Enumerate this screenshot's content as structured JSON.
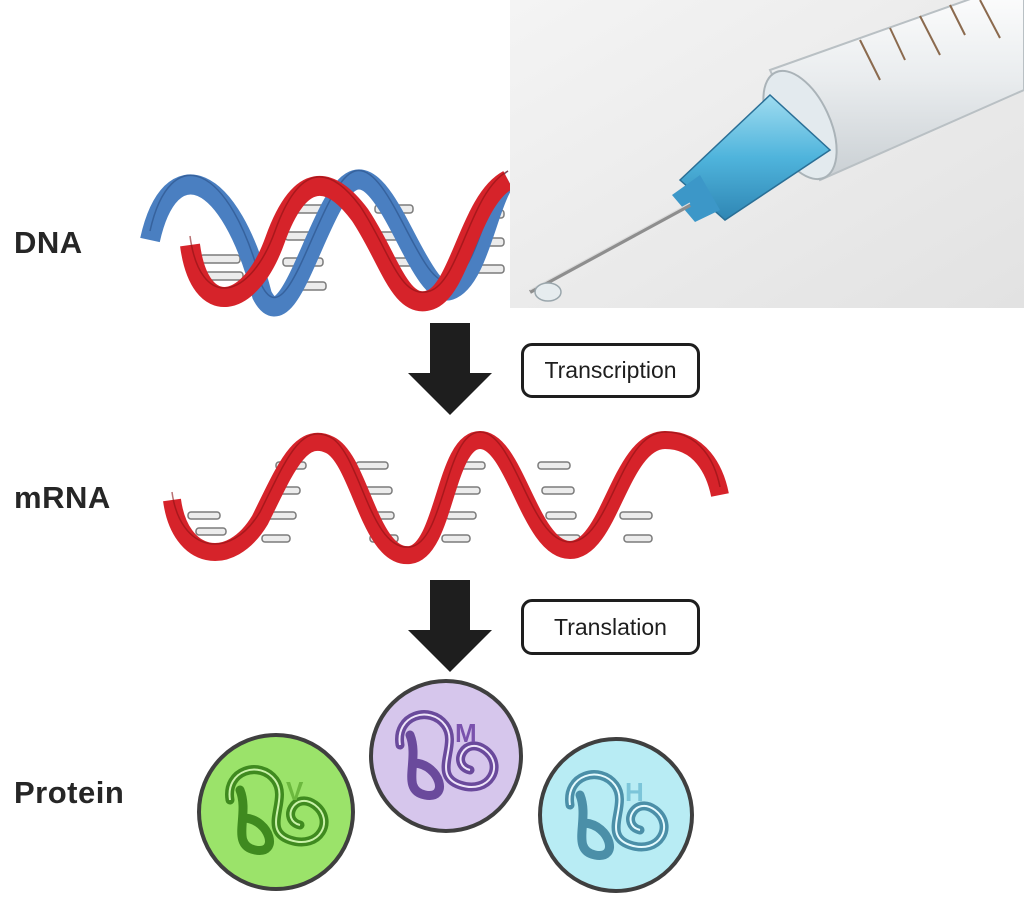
{
  "stages": {
    "dna": "DNA",
    "mrna": "mRNA",
    "protein": "Protein"
  },
  "steps": {
    "transcription": "Transcription",
    "translation": "Translation"
  },
  "proteins": [
    {
      "letter": "V",
      "fill": "#9be36a",
      "stroke": "#3f8a1f",
      "text": "#6cb83e"
    },
    {
      "letter": "M",
      "fill": "#d6c6ec",
      "stroke": "#6a4a9c",
      "text": "#7a52ad"
    },
    {
      "letter": "H",
      "fill": "#b8ecf4",
      "stroke": "#4b8fa8",
      "text": "#7cc5d9"
    }
  ],
  "colors": {
    "dna_strand_a": "#4a7fc1",
    "dna_strand_b": "#d6232a",
    "arrow": "#1e1e1e"
  },
  "photo": {
    "subject": "syringe-photo"
  }
}
